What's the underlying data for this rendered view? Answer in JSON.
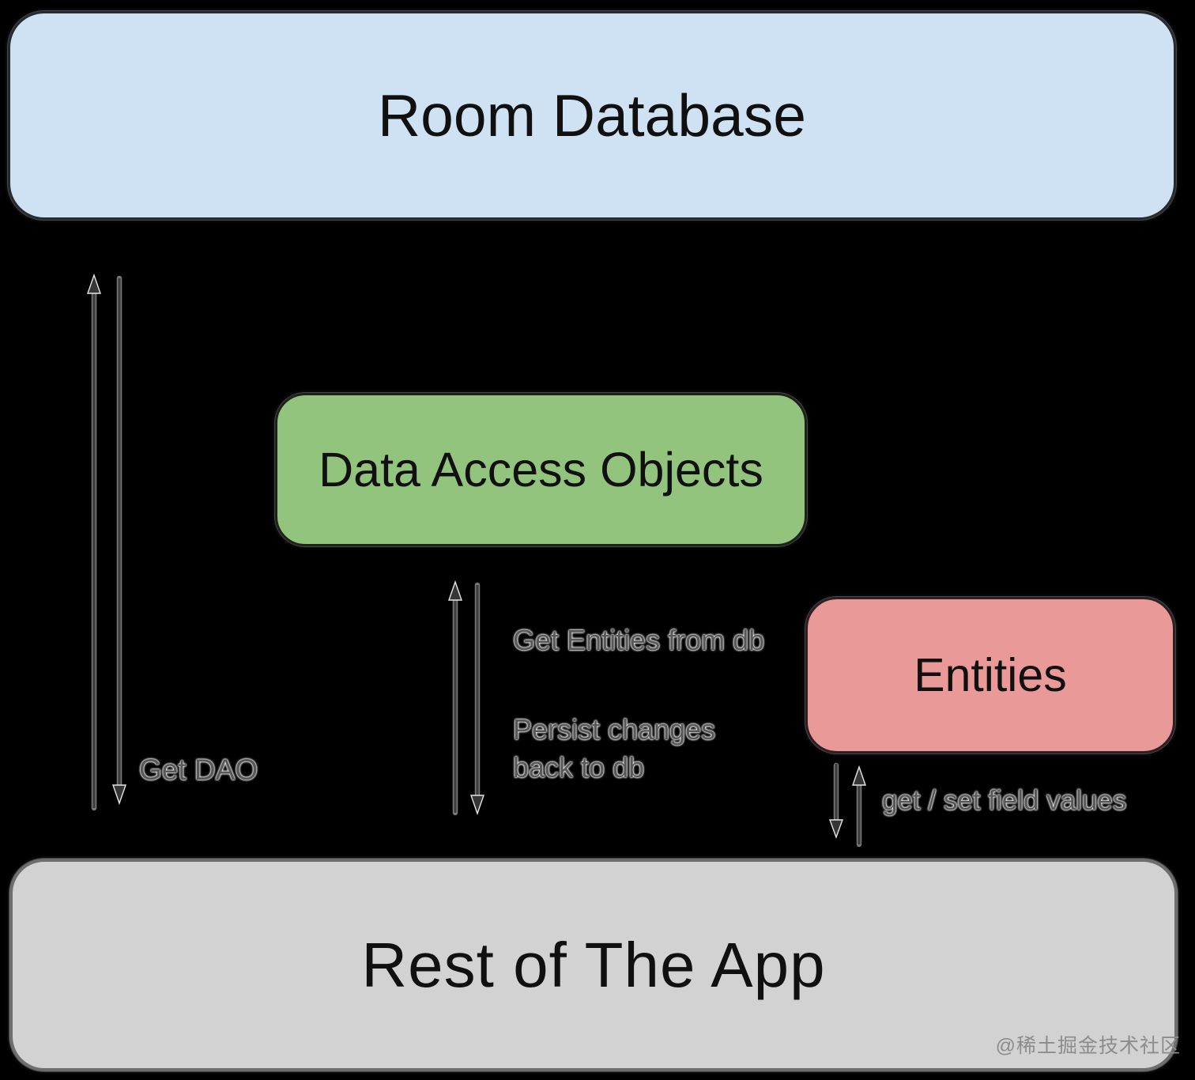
{
  "canvas": {
    "background": "#000000"
  },
  "nodes": {
    "room_database": {
      "label": "Room Database",
      "fill": "#cfe2f3"
    },
    "dao": {
      "label": "Data Access Objects",
      "fill": "#93c47d"
    },
    "entities": {
      "label": "Entities",
      "fill": "#ea9999"
    },
    "rest_of_app": {
      "label": "Rest of The App",
      "fill": "#d2d2d2"
    }
  },
  "edges": {
    "get_dao": {
      "label": "Get DAO"
    },
    "get_entities": {
      "label": "Get Entities from db"
    },
    "persist": {
      "line1": "Persist changes",
      "line2": "back to db"
    },
    "get_set_fields": {
      "label": "get / set field values"
    }
  },
  "watermark": {
    "text": "@稀土掘金技术社区"
  }
}
